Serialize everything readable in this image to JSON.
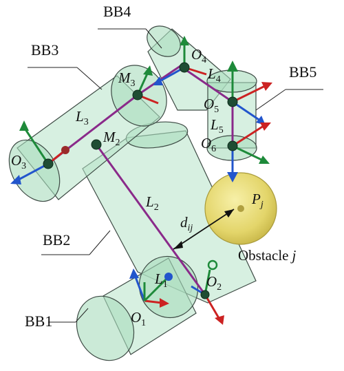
{
  "bounding_boxes": {
    "bb1": "BB1",
    "bb2": "BB2",
    "bb3": "BB3",
    "bb4": "BB4",
    "bb5": "BB5"
  },
  "joints": {
    "o1": {
      "base": "O",
      "sub": "1"
    },
    "o2": {
      "base": "O",
      "sub": "2"
    },
    "o3": {
      "base": "O",
      "sub": "3"
    },
    "o4": {
      "base": "O",
      "sub": "4"
    },
    "o5": {
      "base": "O",
      "sub": "5"
    },
    "o6": {
      "base": "O",
      "sub": "6"
    }
  },
  "links": {
    "l1": {
      "base": "L",
      "sub": "1"
    },
    "l2": {
      "base": "L",
      "sub": "2"
    },
    "l3": {
      "base": "L",
      "sub": "3"
    },
    "l4": {
      "base": "L",
      "sub": "4"
    },
    "l5": {
      "base": "L",
      "sub": "5"
    }
  },
  "midpoints": {
    "m2": {
      "base": "M",
      "sub": "2"
    },
    "m3": {
      "base": "M",
      "sub": "3"
    }
  },
  "obstacle": {
    "center": {
      "base": "P",
      "sub": "j"
    },
    "name": "Obstacle",
    "index": "j"
  },
  "distance": {
    "base": "d",
    "sub": "ij"
  },
  "colors": {
    "bounding_box_fill": "#b7e3c8",
    "obstacle_fill": "#ece07a",
    "link_line": "#8a2a8a",
    "axis_x": "#cc2222",
    "axis_y": "#1e8a3a",
    "axis_z": "#2255cc"
  }
}
